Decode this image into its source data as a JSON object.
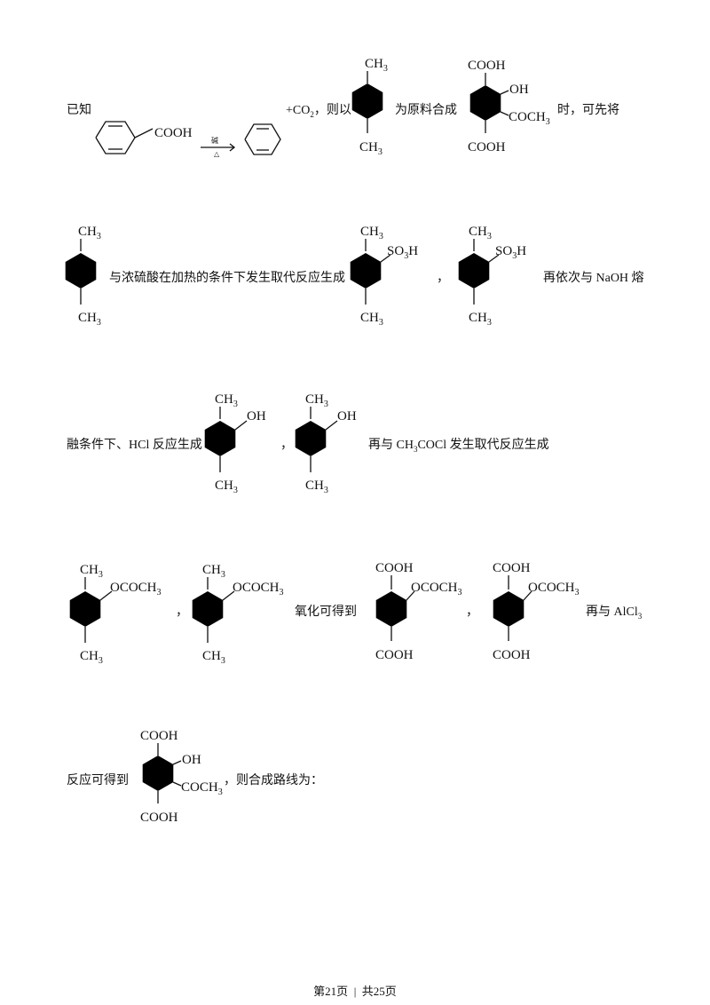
{
  "texts": {
    "known": "已知",
    "co2": "+CO",
    "co2_sub": "2",
    "then_use": "，则以",
    "as_raw": "为原料合成",
    "when_first": "时，可先将",
    "with_h2so4": "与浓硫酸在加热的条件下发生取代反应生成",
    "comma1": "，",
    "then_naoh": "再依次与 NaOH 熔",
    "molten": "融条件下、HCl 反应生成",
    "comma2": "，",
    "then_ch3cocl": "再与 CH",
    "ch3cocl_sub": "3",
    "ch3cocl_rest": "COCl 发生取代反应生成",
    "comma3": "，",
    "oxidize": "氧化可得到",
    "comma4": "，",
    "then_alcl3": "再与 AlCl",
    "alcl3_sub": "3",
    "react_get": "反应可得到",
    "route": "，则合成路线为："
  },
  "reaction_arrow": {
    "above": "碱",
    "below": "△"
  },
  "groups": {
    "cooh": "COOH",
    "ch3": "CH",
    "ch3_sub": "3",
    "oh": "OH",
    "coch3": "COCH",
    "so3h": "SO",
    "so3h_sub": "3",
    "so3h_tail": "H",
    "ococh3": "OCOCH"
  },
  "footer": {
    "page": "第21页",
    "sep": "|",
    "total": "共25页"
  }
}
